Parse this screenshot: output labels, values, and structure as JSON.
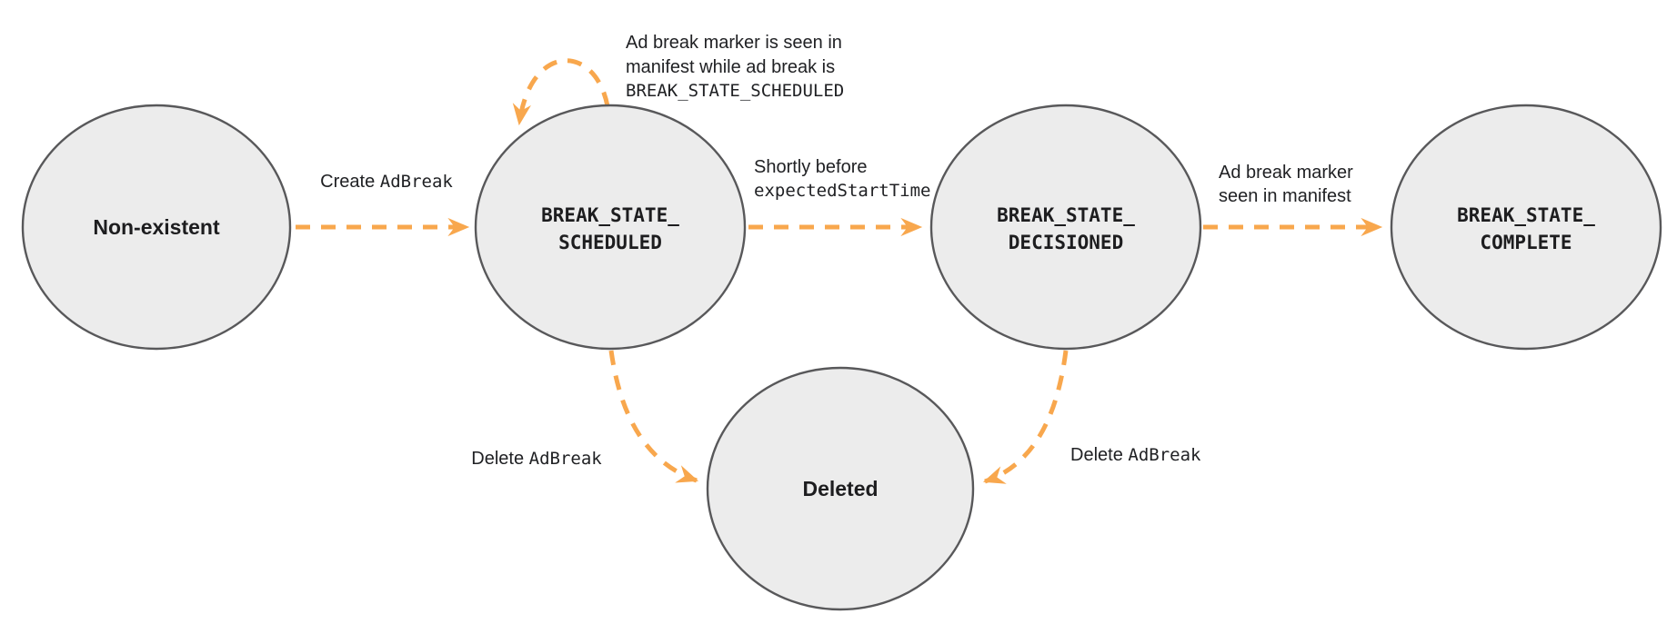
{
  "colors": {
    "arrow": "#F8A74D",
    "node_fill": "#ECECEC",
    "node_stroke": "#58585A",
    "text": "#1D1D1F"
  },
  "states": {
    "non_existent": {
      "label": "Non-existent"
    },
    "scheduled": {
      "line1": "BREAK_STATE_",
      "line2": "SCHEDULED"
    },
    "decisioned": {
      "line1": "BREAK_STATE_",
      "line2": "DECISIONED"
    },
    "complete": {
      "line1": "BREAK_STATE_",
      "line2": "COMPLETE"
    },
    "deleted": {
      "label": "Deleted"
    }
  },
  "transitions": {
    "create": {
      "prefix": "Create ",
      "code": "AdBreak"
    },
    "self_loop": {
      "line1": "Ad break marker is seen in",
      "line2": "manifest while ad break is",
      "line3": "BREAK_STATE_SCHEDULED"
    },
    "to_decisioned": {
      "line1": "Shortly before",
      "line2_code": "expectedStartTime"
    },
    "to_complete": {
      "line1": "Ad break marker",
      "line2": "seen in manifest"
    },
    "delete_left": {
      "prefix": "Delete ",
      "code": "AdBreak"
    },
    "delete_right": {
      "prefix": "Delete ",
      "code": "AdBreak"
    }
  }
}
